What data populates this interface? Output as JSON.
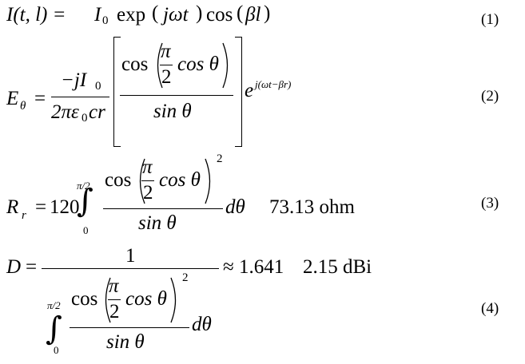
{
  "equations": [
    {
      "number": "(1)",
      "lhs": "I(t, l) =",
      "I0": "I",
      "I0_sub": "0",
      "rhs_exp": "exp",
      "rhs_arg": "jωt",
      "rhs_cos": "cos",
      "rhs_cos_arg": "βl"
    },
    {
      "number": "(2)",
      "lhs_E": "E",
      "lhs_sub": "θ",
      "equals": "=",
      "frac1_num": "−jI",
      "frac1_num_sub": "0",
      "frac1_den": "2πε",
      "frac1_den_sub": "0",
      "frac1_den_tail": "cr",
      "inner_cos": "cos",
      "inner_pi": "π",
      "inner_two": "2",
      "inner_cos2": "cos θ",
      "inner_den": "sin θ",
      "exp_base": "e",
      "exp_power": "j(ωt−βr)"
    },
    {
      "number": "(3)",
      "lhs_R": "R",
      "lhs_sub": "r",
      "equals": "=",
      "coef": "120",
      "upper": "π/2",
      "lower": "0",
      "num_cos": "cos",
      "num_pi": "π",
      "num_two": "2",
      "num_cos2": "cos θ",
      "power": "2",
      "den": "sin θ",
      "dtheta": "dθ",
      "value": "73.13 ohm"
    },
    {
      "number": "(4)",
      "lhs_D": "D",
      "equals": "=",
      "numerator": "1",
      "upper": "π/2",
      "lower": "0",
      "num_cos": "cos",
      "num_pi": "π",
      "num_two": "2",
      "num_cos2": "cos θ",
      "power": "2",
      "den": "sin θ",
      "dtheta": "dθ",
      "approx": "≈ 1.641",
      "value": "2.15 dBi"
    }
  ]
}
